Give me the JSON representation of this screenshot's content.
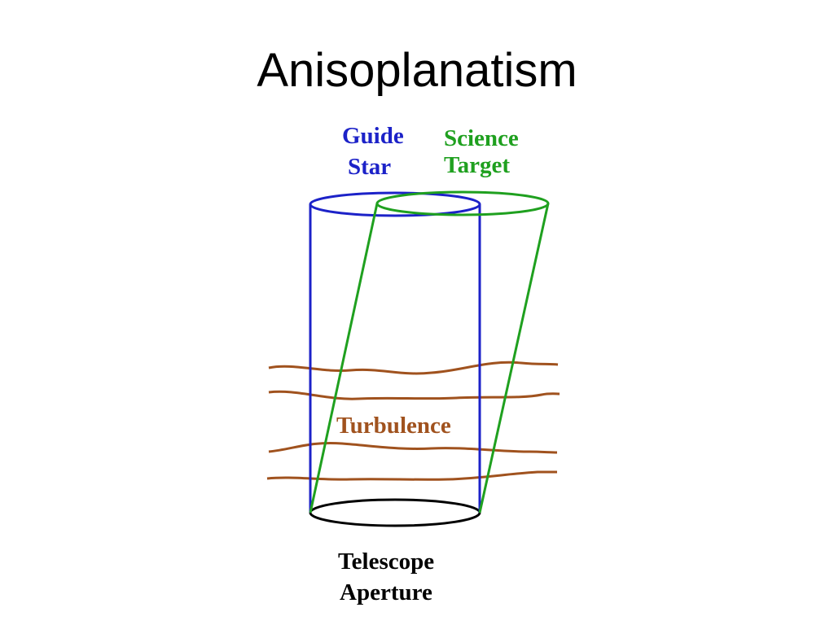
{
  "title": "Anisoplanatism",
  "labels": {
    "guide_star": [
      "Guide",
      "Star"
    ],
    "science_target": [
      "Science",
      "Target"
    ],
    "turbulence": "Turbulence",
    "telescope_aperture": [
      "Telescope",
      "Aperture"
    ]
  },
  "colors": {
    "guide_star": "#1c22c8",
    "science_target": "#1fa01f",
    "turbulence": "#a0521e",
    "aperture": "#000000"
  }
}
